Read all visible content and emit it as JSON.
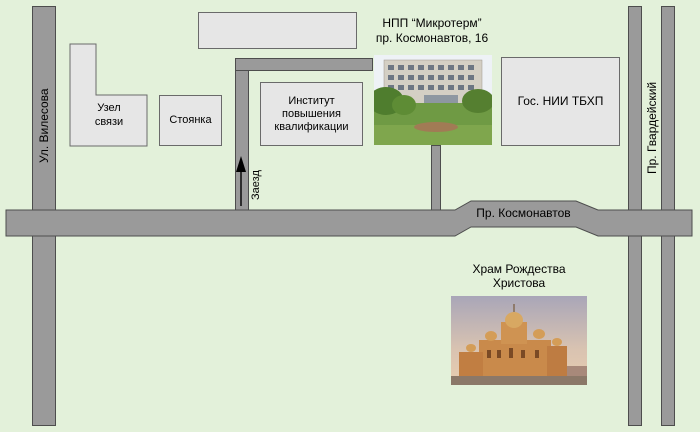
{
  "streets": {
    "vilesova": "Ул. Вилесова",
    "gvardeisky": "Пр. Гвардейский",
    "kosmonavtov": "Пр. Космонавтов",
    "entrance": "Заезд"
  },
  "buildings": {
    "uzel_svyazi": "Узел связи",
    "stoyanka": "Стоянка",
    "institut": "Институт повышения квалификации",
    "gos_nii": "Гос. НИИ ТБХП"
  },
  "company": {
    "name": "НПП “Микротерм”",
    "address": "пр. Космонавтов, 16"
  },
  "church": {
    "name": "Храм Рождества Христова"
  },
  "colors": {
    "background": "#e3f1da",
    "road": "#9a9a9a",
    "road_border": "#4d4d4d",
    "building": "#e6e6e6"
  }
}
